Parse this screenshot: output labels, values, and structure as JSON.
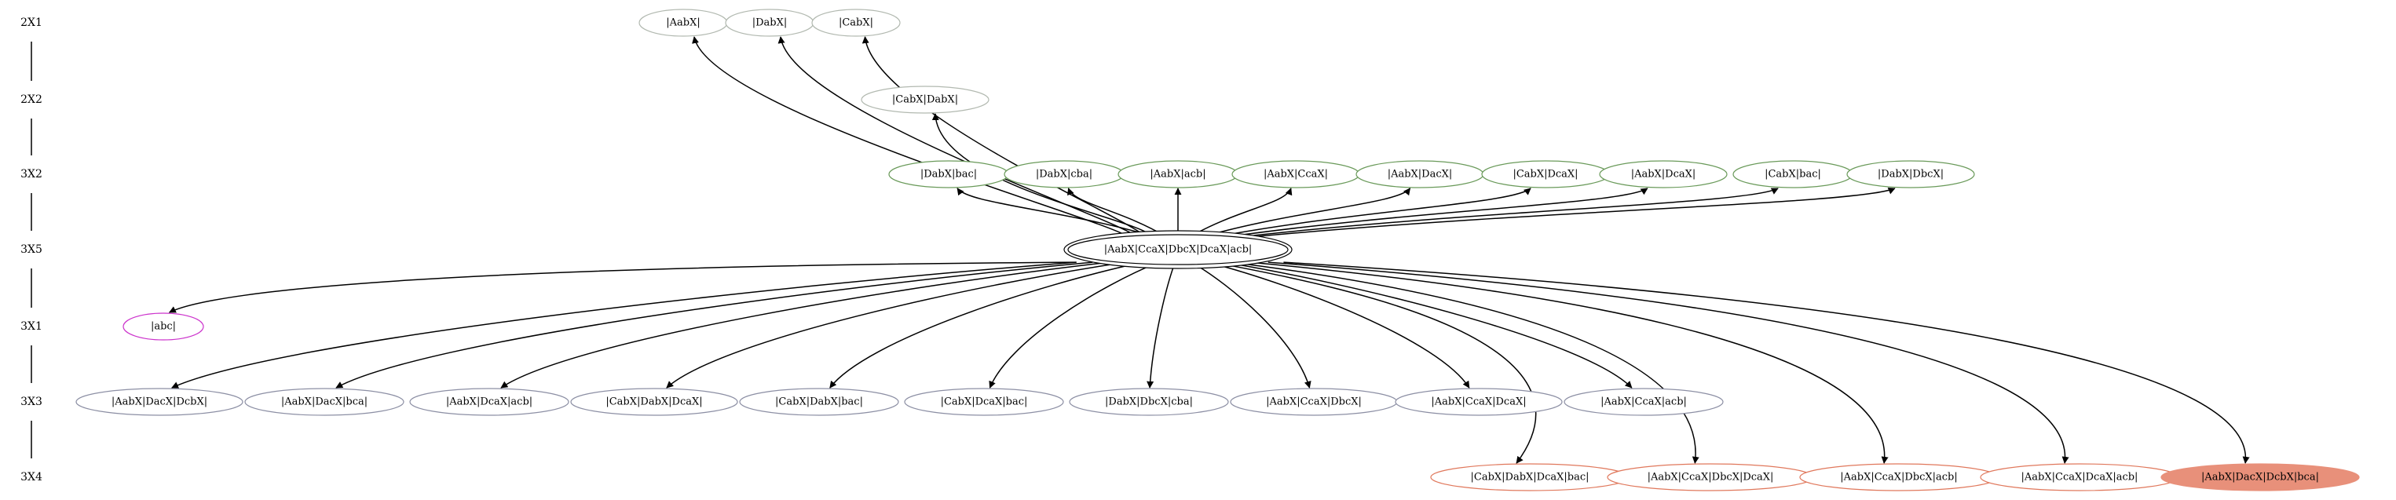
{
  "diagram": {
    "ranks": [
      {
        "id": "r0",
        "label": "2X1"
      },
      {
        "id": "r1",
        "label": "2X2"
      },
      {
        "id": "r2",
        "label": "3X2"
      },
      {
        "id": "r3",
        "label": "3X5"
      },
      {
        "id": "r4",
        "label": "3X1"
      },
      {
        "id": "r5",
        "label": "3X3"
      },
      {
        "id": "r6",
        "label": "3X4"
      }
    ],
    "center": {
      "id": "center",
      "label": "|AabX|CcaX|DbcX|DcaX|acb|"
    },
    "nodes": [
      {
        "id": "n0",
        "rank": "r0",
        "label": "|AabX|",
        "color": "#b2b9b0",
        "style": "outline"
      },
      {
        "id": "n1",
        "rank": "r0",
        "label": "|DabX|",
        "color": "#b2b9b0",
        "style": "outline"
      },
      {
        "id": "n2",
        "rank": "r0",
        "label": "|CabX|",
        "color": "#b2b9b0",
        "style": "outline"
      },
      {
        "id": "n3",
        "rank": "r1",
        "label": "|CabX|DabX|",
        "color": "#b2b9b0",
        "style": "outline"
      },
      {
        "id": "n4",
        "rank": "r2",
        "label": "|DabX|bac|",
        "color": "#6a9a5a",
        "style": "outline"
      },
      {
        "id": "n5",
        "rank": "r2",
        "label": "|DabX|cba|",
        "color": "#6a9a5a",
        "style": "outline"
      },
      {
        "id": "n6",
        "rank": "r2",
        "label": "|AabX|acb|",
        "color": "#6a9a5a",
        "style": "outline"
      },
      {
        "id": "n7",
        "rank": "r2",
        "label": "|AabX|CcaX|",
        "color": "#6a9a5a",
        "style": "outline"
      },
      {
        "id": "n8",
        "rank": "r2",
        "label": "|AabX|DacX|",
        "color": "#6a9a5a",
        "style": "outline"
      },
      {
        "id": "n9",
        "rank": "r2",
        "label": "|CabX|DcaX|",
        "color": "#6a9a5a",
        "style": "outline"
      },
      {
        "id": "n10",
        "rank": "r2",
        "label": "|AabX|DcaX|",
        "color": "#6a9a5a",
        "style": "outline"
      },
      {
        "id": "n11",
        "rank": "r2",
        "label": "|CabX|bac|",
        "color": "#6a9a5a",
        "style": "outline"
      },
      {
        "id": "n12",
        "rank": "r2",
        "label": "|DabX|DbcX|",
        "color": "#6a9a5a",
        "style": "outline"
      },
      {
        "id": "n13",
        "rank": "r4",
        "label": "|abc|",
        "color": "#cc33cc",
        "style": "outline"
      },
      {
        "id": "n14",
        "rank": "r5",
        "label": "|AabX|DacX|DcbX|",
        "color": "#8c8fa4",
        "style": "outline"
      },
      {
        "id": "n15",
        "rank": "r5",
        "label": "|AabX|DacX|bca|",
        "color": "#8c8fa4",
        "style": "outline"
      },
      {
        "id": "n16",
        "rank": "r5",
        "label": "|AabX|DcaX|acb|",
        "color": "#8c8fa4",
        "style": "outline"
      },
      {
        "id": "n17",
        "rank": "r5",
        "label": "|CabX|DabX|DcaX|",
        "color": "#8c8fa4",
        "style": "outline"
      },
      {
        "id": "n18",
        "rank": "r5",
        "label": "|CabX|DabX|bac|",
        "color": "#8c8fa4",
        "style": "outline"
      },
      {
        "id": "n19",
        "rank": "r5",
        "label": "|CabX|DcaX|bac|",
        "color": "#8c8fa4",
        "style": "outline"
      },
      {
        "id": "n20",
        "rank": "r5",
        "label": "|DabX|DbcX|cba|",
        "color": "#8c8fa4",
        "style": "outline"
      },
      {
        "id": "n21",
        "rank": "r5",
        "label": "|AabX|CcaX|DbcX|",
        "color": "#8c8fa4",
        "style": "outline"
      },
      {
        "id": "n22",
        "rank": "r5",
        "label": "|AabX|CcaX|DcaX|",
        "color": "#8c8fa4",
        "style": "outline"
      },
      {
        "id": "n23",
        "rank": "r5",
        "label": "|AabX|CcaX|acb|",
        "color": "#8c8fa4",
        "style": "outline"
      },
      {
        "id": "n24",
        "rank": "r6",
        "label": "|CabX|DabX|DcaX|bac|",
        "color": "#e0785c",
        "style": "outline"
      },
      {
        "id": "n25",
        "rank": "r6",
        "label": "|AabX|CcaX|DbcX|DcaX|",
        "color": "#e0785c",
        "style": "outline"
      },
      {
        "id": "n26",
        "rank": "r6",
        "label": "|AabX|CcaX|DbcX|acb|",
        "color": "#e0785c",
        "style": "outline"
      },
      {
        "id": "n27",
        "rank": "r6",
        "label": "|AabX|CcaX|DcaX|acb|",
        "color": "#e0785c",
        "style": "outline"
      },
      {
        "id": "n28",
        "rank": "r6",
        "label": "|AabX|DacX|DcbX|bca|",
        "color": "#e8907a",
        "style": "filled"
      }
    ]
  }
}
